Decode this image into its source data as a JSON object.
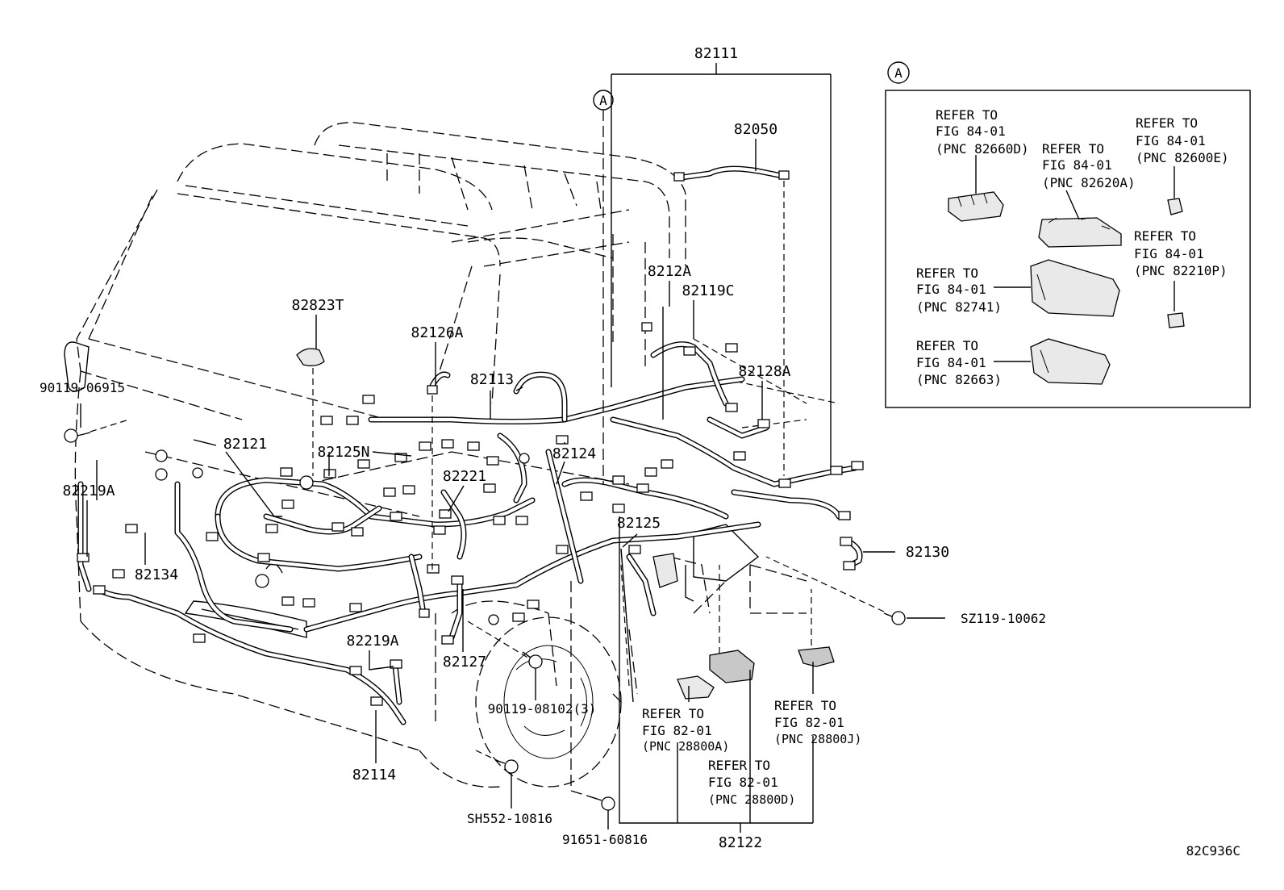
{
  "diagram_code": "82C936C",
  "callout_a": "A",
  "labels": {
    "p82111": "82111",
    "p82050": "82050",
    "p8212A": "8212A",
    "p82119C": "82119C",
    "p82128A": "82128A",
    "p82823T": "82823T",
    "p82126A": "82126A",
    "p82113": "82113",
    "p90119_06915": "90119-06915",
    "p82121": "82121",
    "p82125N": "82125N",
    "p82124": "82124",
    "p82221": "82221",
    "p82219A_left": "82219A",
    "p82125": "82125",
    "p82130": "82130",
    "p82134": "82134",
    "pSZ119_10062": "SZ119-10062",
    "p82219A_low": "82219A",
    "p82127": "82127",
    "p90119_08102": "90119-08102(3)",
    "p82114": "82114",
    "pSH552_10816": "SH552-10816",
    "p91651_60816": "91651-60816",
    "p82122": "82122"
  },
  "refs": {
    "r82660D": [
      "REFER TO",
      "FIG 84-01",
      "(PNC 82660D)"
    ],
    "r82620A": [
      "REFER TO",
      "FIG 84-01",
      "(PNC 82620A)"
    ],
    "r82600E": [
      "REFER TO",
      "FIG 84-01",
      "(PNC 82600E)"
    ],
    "r82210P": [
      "REFER TO",
      "FIG 84-01",
      "(PNC 82210P)"
    ],
    "r82741": [
      "REFER TO",
      "FIG 84-01",
      "(PNC 82741)"
    ],
    "r82663": [
      "REFER TO",
      "FIG 84-01",
      "(PNC 82663)"
    ],
    "r28800A": [
      "REFER TO",
      "FIG 82-01",
      "(PNC 28800A)"
    ],
    "r28800D": [
      "REFER TO",
      "FIG 82-01",
      "(PNC 28800D)"
    ],
    "r28800J": [
      "REFER TO",
      "FIG 82-01",
      "(PNC 28800J)"
    ]
  }
}
